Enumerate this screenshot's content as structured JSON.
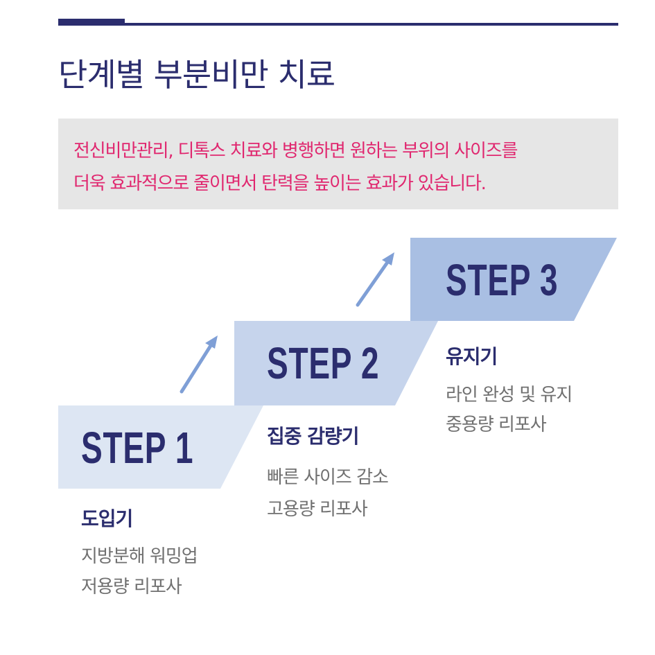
{
  "title": "단계별 부분비만 치료",
  "intro": {
    "line1": "전신비만관리, 디톡스 치료와 병행하면 원하는 부위의 사이즈를",
    "line2": "더욱 효과적으로 줄이면서 탄력을 높이는 효과가 있습니다."
  },
  "steps": [
    {
      "label": "STEP 1",
      "phase": "도입기",
      "desc1": "지방분해 워밍업",
      "desc2": "저용량 리포사"
    },
    {
      "label": "STEP 2",
      "phase": "집중 감량기",
      "desc1": "빠른 사이즈 감소",
      "desc2": "고용량 리포사"
    },
    {
      "label": "STEP 3",
      "phase": "유지기",
      "desc1": "라인 완성 및 유지",
      "desc2": "중용량 리포사"
    }
  ],
  "colors": {
    "navy": "#2b2d6e",
    "pink": "#e0276f",
    "step1_fill": "#dde6f3",
    "step2_fill": "#c6d4ec",
    "step3_fill": "#a9bfe3",
    "arrow": "#7f9fd6"
  }
}
